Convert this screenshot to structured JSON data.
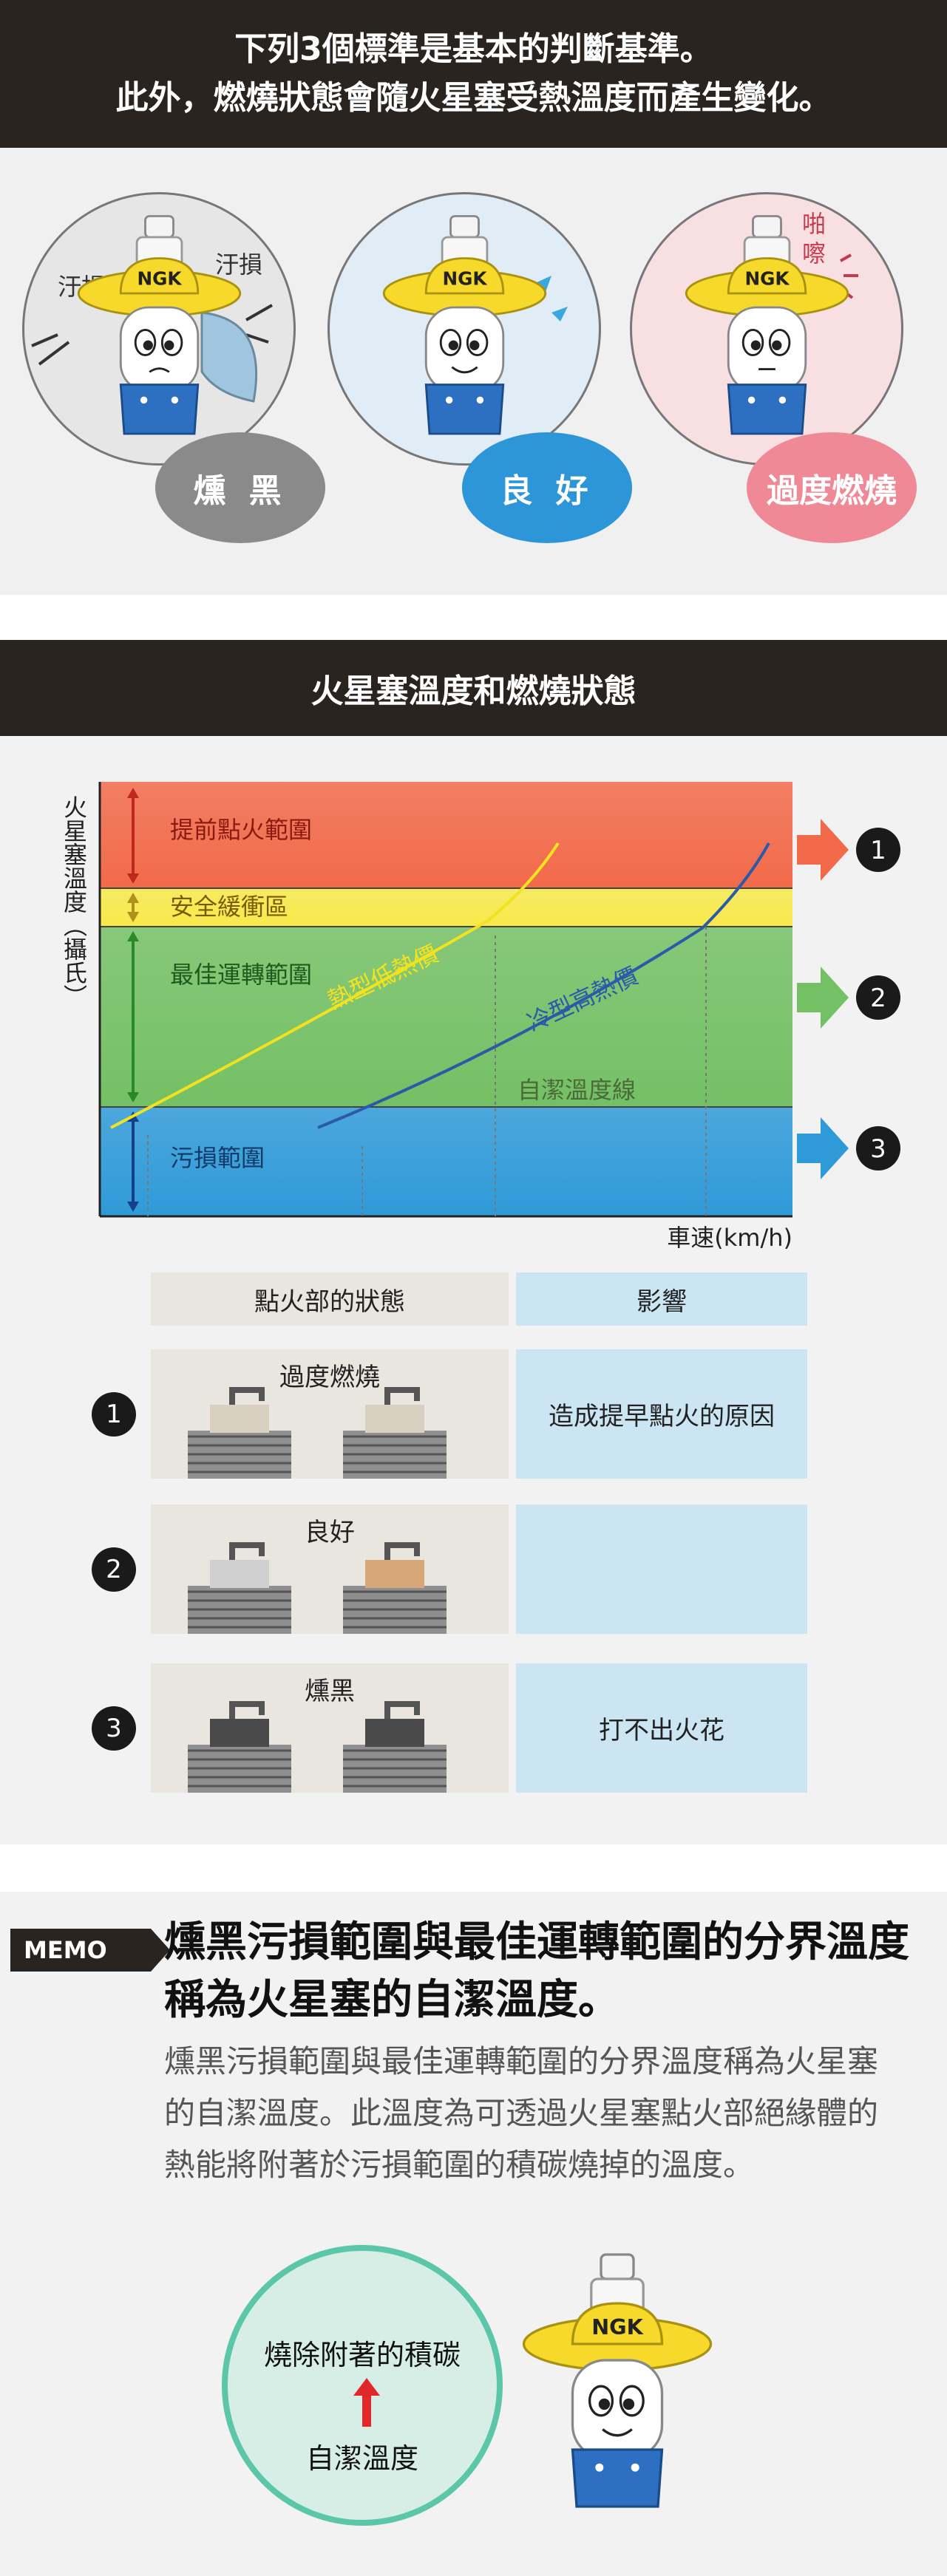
{
  "top_banner": {
    "line1": "下列3個標準是基本的判斷基準。",
    "line2": "此外，燃燒狀態會隨火星塞受熱溫度而產生變化。"
  },
  "mascots": [
    {
      "badge": "燻 黑",
      "badge_color": "#8a8a8a",
      "notes": [
        "汙損",
        "汙損"
      ],
      "circle_bg": "#e6e6e6"
    },
    {
      "badge": "良 好",
      "badge_color": "#2d96d8",
      "notes": [],
      "circle_bg": "#e0ecf6"
    },
    {
      "badge": "過度燃燒",
      "badge_color": "#ef8996",
      "notes": [
        "啪嚓"
      ],
      "circle_bg": "#f8e0e2"
    }
  ],
  "mascot_logo": "NGK",
  "chart_banner": {
    "title": "火星塞溫度和燃燒狀態"
  },
  "chart_data": {
    "type": "line",
    "ylabel": "火星塞溫度（攝氏）",
    "xlabel": "車速(km/h)",
    "bands": [
      {
        "label": "提前點火範圍",
        "color": "#f26a4a"
      },
      {
        "label": "安全緩衝區",
        "color": "#f7e94a"
      },
      {
        "label": "最佳運轉範圍",
        "color": "#74c064"
      },
      {
        "label": "污損範圍",
        "color": "#2f9ad8"
      }
    ],
    "series": [
      {
        "name": "熱型低熱價",
        "color": "#f3e21f"
      },
      {
        "name": "冷型高熱價",
        "color": "#2b5aa8"
      }
    ],
    "reference_line": {
      "label": "自潔溫度線"
    },
    "markers": [
      "1",
      "2",
      "3"
    ],
    "marker_colors": [
      "#f26a4a",
      "#74c064",
      "#2f9ad8"
    ]
  },
  "table": {
    "header_left": "點火部的狀態",
    "header_right": "影響",
    "rows": [
      {
        "num": "1",
        "caption": "過度燃燒",
        "effect": "造成提早點火的原因",
        "arrow_color": "#f26a4a"
      },
      {
        "num": "2",
        "caption": "良好",
        "effect": "",
        "arrow_color": "#74c064"
      },
      {
        "num": "3",
        "caption": "燻黑",
        "effect": "打不出火花",
        "arrow_color": "#2f9ad8"
      }
    ]
  },
  "memo": {
    "tag": "MEMO",
    "title": "燻黑污損範圍與最佳運轉範圍的分界溫度稱為火星塞的自潔溫度。",
    "body": "燻黑污損範圍與最佳運轉範圍的分界溫度稱為火星塞的自潔溫度。此溫度為可透過火星塞點火部絕緣體的熱能將附著於污損範圍的積碳燒掉的溫度。",
    "circle_top": "燒除附著的積碳",
    "circle_bottom": "自潔溫度"
  }
}
